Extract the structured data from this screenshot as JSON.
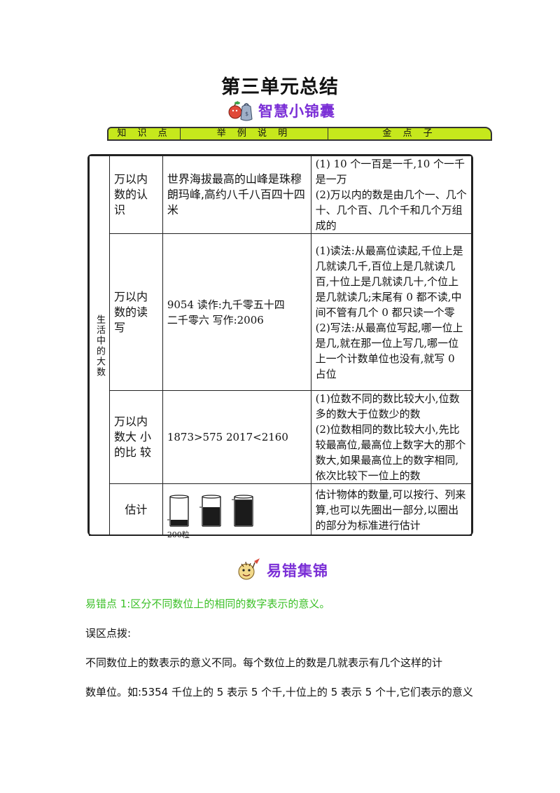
{
  "title": "第三单元总结",
  "wisdom_section": {
    "label": "智慧小锦囊",
    "icon": "fruit-bag-icon"
  },
  "table_header": {
    "col1": "知 识 点",
    "col2": "举 例 说 明",
    "col3": "金 点 子"
  },
  "category": "生活中的大数",
  "rows": [
    {
      "topic": "万以内数的认识",
      "example": "世界海拔最高的山峰是珠穆朗玛峰,高约八千八百四十四米",
      "tips": [
        "(1)  10 个一百是一千,10 个一千是一万",
        "(2)万以内的数是由几个一、几个十、几个百、几个千和几个万组成的"
      ]
    },
    {
      "topic": "万以内数的读写",
      "example": "9054    读作:九千零五十四\n二千零六    写作:2006",
      "tips": [
        "(1)读法:从最高位读起,千位上是几就读几千,百位上是几就读几百,十位上是几就读几十,个位上是几就读几;末尾有 0 都不读,中间不管有几个 0 都只读一个零",
        "(2)写法:从最高位写起,哪一位上是几,就在那一位上写几,哪一位上一个计数单位也没有,就写 0 占位"
      ]
    },
    {
      "topic": "万以内数大 小的比 较",
      "example": "1873>575    2017<2160",
      "tips": [
        "(1)位数不同的数比较大小,位数多的数大于位数少的数",
        "(2)位数相同的数比较大小,先比较最高位,最高位上数字大的那个数大,如果最高位上的数字相同,依次比较下一位上的数"
      ]
    },
    {
      "topic": "估计",
      "beaker_caption": "200粒",
      "beakers": [
        {
          "fill_fraction": 0.2
        },
        {
          "fill_fraction": 0.65
        },
        {
          "fill_fraction": 0.92
        }
      ],
      "tips": [
        "估计物体的数量,可以按行、列来算,也可以先圈出一部分,以圈出的部分为标准进行估计"
      ]
    }
  ],
  "mistakes_section": {
    "label": "易错集锦",
    "icon": "pencil-mascot-icon"
  },
  "mistake_point": "易错点 1:区分不同数位上的相同的数字表示的意义。",
  "clarify_label": "误区点拨:",
  "paragraph_line1": "不同数位上的数表示的意义不同。每个数位上的数是几就表示有几个这样的计",
  "paragraph_line2": "数单位。如:5354 千位上的 5 表示 5 个千,十位上的 5 表示 5 个十,它们表示的意义",
  "colors": {
    "header_green": "#c6e81c",
    "section_purple": "#7b2fd6",
    "mistake_green": "#3cc028"
  }
}
